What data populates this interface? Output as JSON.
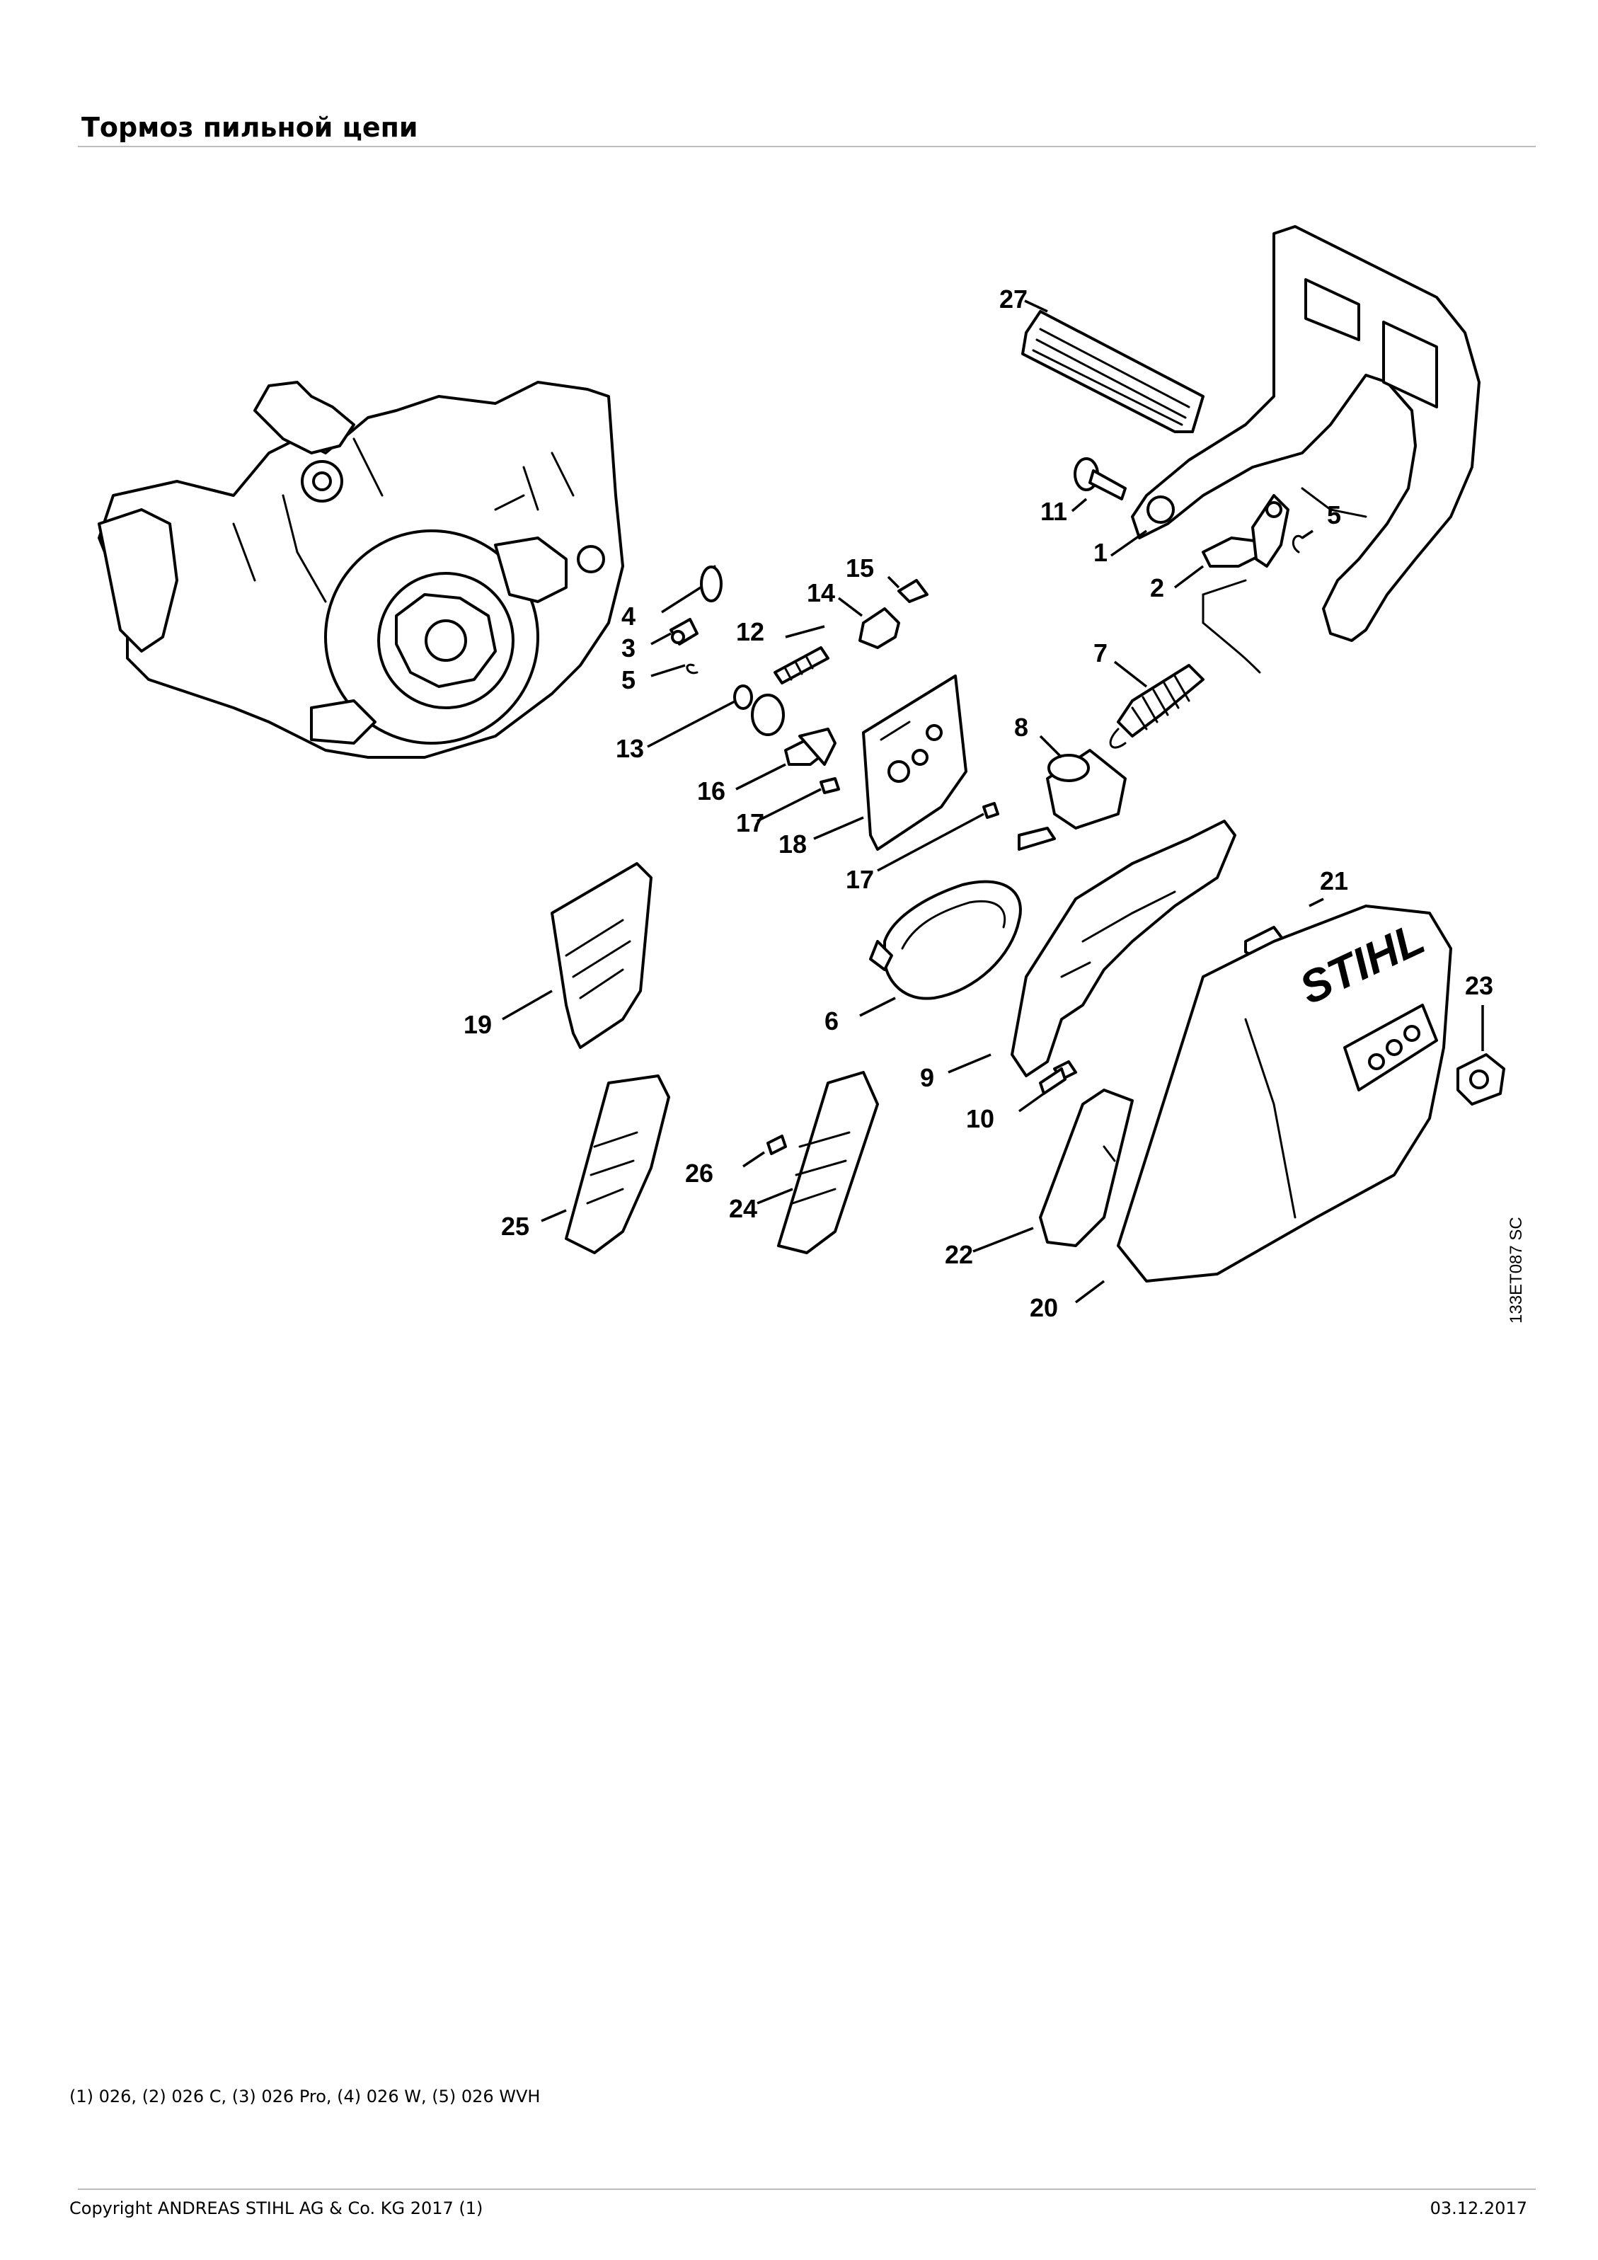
{
  "page": {
    "title": "Тормоз пильной цепи",
    "drawing_code": "133ET087 SC",
    "models_note": "(1) 026, (2) 026 C, (3) 026 Pro, (4) 026 W, (5) 026 WVH",
    "copyright": "Copyright ANDREAS STIHL AG & Co. KG 2017 (1)",
    "date": "03.12.2017"
  },
  "diagram": {
    "logo_text": "STIHL",
    "callouts": [
      "1",
      "2",
      "3",
      "4",
      "5",
      "5",
      "6",
      "7",
      "8",
      "9",
      "10",
      "11",
      "12",
      "13",
      "14",
      "15",
      "16",
      "17",
      "17",
      "18",
      "19",
      "20",
      "21",
      "22",
      "23",
      "24",
      "25",
      "26",
      "27"
    ]
  }
}
